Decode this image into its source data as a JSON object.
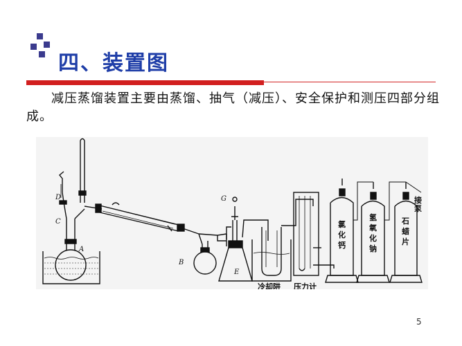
{
  "slide": {
    "title": "四、装置图",
    "body": "减压蒸馏装置主要由蒸馏、抽气（减压）、安全保护和测压四部分组成。",
    "page_number": "5"
  },
  "figure": {
    "labels": {
      "A": "A",
      "B": "B",
      "C": "C",
      "D": "D",
      "E": "E",
      "G": "G",
      "trap": "冷却阱",
      "gauge": "压力计",
      "tower1": [
        "氯",
        "化",
        "钙"
      ],
      "tower2": [
        "氢",
        "氧",
        "化",
        "钠"
      ],
      "tower3": [
        "石",
        "蜡",
        "片"
      ],
      "pump": [
        "接",
        "泵"
      ]
    }
  },
  "colors": {
    "title": "#1f3ea8",
    "accent_red": "#d21f1f",
    "deco": "#3b3b8e"
  }
}
